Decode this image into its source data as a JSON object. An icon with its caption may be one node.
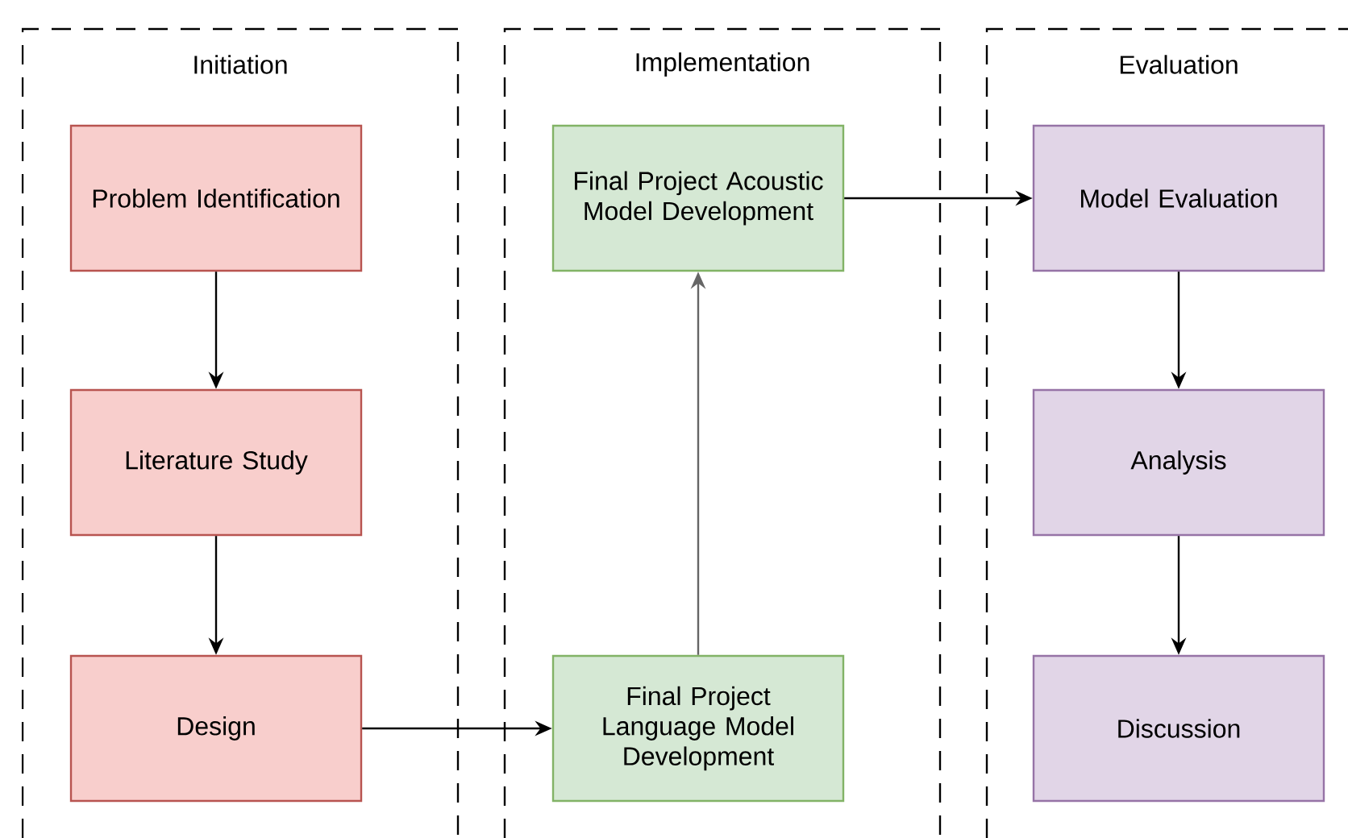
{
  "diagram": {
    "nodes": [
      {
        "text": [
          "Initiation"
        ]
      },
      {
        "text": [
          "Problem Identification"
        ],
        "in": 0
      },
      {
        "text": [
          "Literature Study"
        ],
        "in": 0
      },
      {
        "text": [
          "Design"
        ],
        "in": 0
      },
      {
        "text": [
          "Implementation"
        ]
      },
      {
        "text": [
          "Final Project Acoustic Model Development"
        ],
        "in": 4
      },
      {
        "text": [
          "Final Project Language Model Development"
        ],
        "in": 4
      },
      {
        "text": [
          "Evaluation"
        ]
      },
      {
        "text": [
          "Model Evaluation"
        ],
        "in": 7
      },
      {
        "text": [
          "Analysis"
        ],
        "in": 7
      },
      {
        "text": [
          "Discussion"
        ],
        "in": 7
      }
    ],
    "edges": [
      {
        "from": 1,
        "to": 2,
        "arrow": "to"
      },
      {
        "from": 2,
        "to": 3,
        "arrow": "to"
      },
      {
        "from": 3,
        "to": 6,
        "arrow": "to"
      },
      {
        "from": 6,
        "to": 5,
        "arrow": "to",
        "color": "#666666"
      },
      {
        "from": 5,
        "to": 8,
        "arrow": "to"
      },
      {
        "from": 8,
        "to": 9,
        "arrow": "to"
      },
      {
        "from": 9,
        "to": 10,
        "arrow": "to"
      }
    ]
  }
}
